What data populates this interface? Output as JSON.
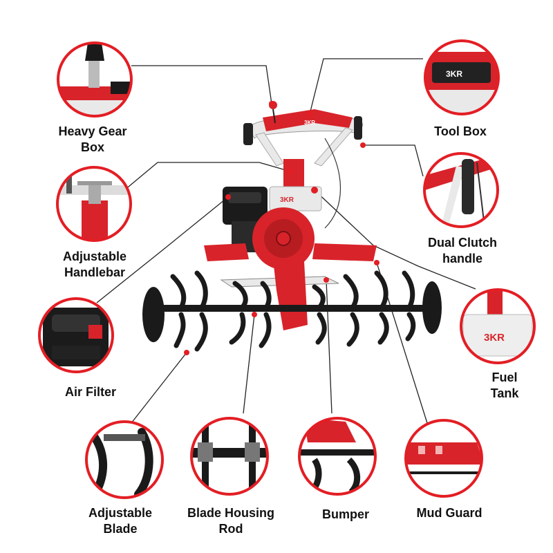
{
  "colors": {
    "accent": "#e31e24",
    "machine_red": "#d8232a",
    "metal": "#1a1a1a",
    "frame": "#e9e9e9"
  },
  "machine": {
    "brand_mark": "3KR"
  },
  "callouts": [
    {
      "id": "heavy-gear-box",
      "lines": [
        "Heavy Gear",
        "Box"
      ],
      "icon": "gear-lever-icon"
    },
    {
      "id": "tool-box",
      "lines": [
        "Tool Box"
      ],
      "icon": "tool-box-icon"
    },
    {
      "id": "adjustable-handlebar",
      "lines": [
        "Adjustable",
        "Handlebar"
      ],
      "icon": "handlebar-clamp-icon"
    },
    {
      "id": "dual-clutch-handle",
      "lines": [
        "Dual Clutch",
        "handle"
      ],
      "icon": "clutch-lever-icon"
    },
    {
      "id": "air-filter",
      "lines": [
        "Air Filter"
      ],
      "icon": "air-filter-icon"
    },
    {
      "id": "fuel-tank",
      "lines": [
        "Fuel",
        "Tank"
      ],
      "icon": "fuel-tank-icon"
    },
    {
      "id": "adjustable-blade",
      "lines": [
        "Adjustable",
        "Blade"
      ],
      "icon": "tiller-blade-icon"
    },
    {
      "id": "blade-housing-rod",
      "lines": [
        "Blade Housing",
        "Rod"
      ],
      "icon": "housing-rod-icon"
    },
    {
      "id": "bumper",
      "lines": [
        "Bumper"
      ],
      "icon": "bumper-icon"
    },
    {
      "id": "mud-guard",
      "lines": [
        "Mud Guard"
      ],
      "icon": "mud-guard-icon"
    }
  ]
}
